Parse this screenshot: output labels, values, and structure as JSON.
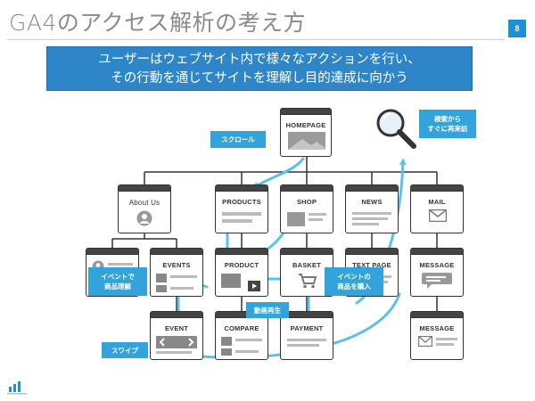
{
  "title": "GA4のアクセス解析の考え方",
  "page_number": "8",
  "headline": {
    "line1": "ユーザーはウェブサイト内で様々なアクションを行い、",
    "line2": "その行動を通じてサイトを理解し目的達成に向かう"
  },
  "pages": {
    "homepage": "HOMEPAGE",
    "about": "About Us",
    "products": "PRODUCTS",
    "shop": "SHOP",
    "news": "NEWS",
    "mail": "MAIL",
    "events": "EVENTS",
    "product": "PRODUCT",
    "basket": "BASKET",
    "text_page": "TEXT PAGE",
    "message1": "MESSAGE",
    "event": "EVENT",
    "compare": "COMPARE",
    "payment": "PAYMENT",
    "message2": "MESSAGE"
  },
  "callouts": {
    "scroll": "スクロール",
    "search_line1": "検索から",
    "search_line2": "すぐに再来訪",
    "event_understand_line1": "イベントで",
    "event_understand_line2": "商品理解",
    "video": "動画再生",
    "event_purchase_line1": "イベントの",
    "event_purchase_line2": "商品を購入",
    "swipe": "スワイプ"
  },
  "colors": {
    "accent_blue": "#2e86c9",
    "callout_blue": "#33a3dc",
    "arrow_blue": "#5bc0ef",
    "page_dark": "#333333"
  },
  "icons": [
    "search-icon",
    "person-icon",
    "mail-icon",
    "cart-icon",
    "play-icon",
    "chat-icon",
    "swipe-arrows-icon",
    "logo-icon"
  ]
}
